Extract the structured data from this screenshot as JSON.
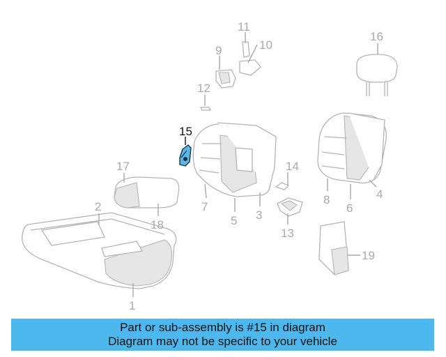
{
  "diagram": {
    "highlighted_part": "15",
    "highlight_color": "#5bb7e8",
    "callouts": [
      {
        "id": "1",
        "label": "1"
      },
      {
        "id": "2",
        "label": "2"
      },
      {
        "id": "3",
        "label": "3"
      },
      {
        "id": "4",
        "label": "4"
      },
      {
        "id": "5",
        "label": "5"
      },
      {
        "id": "6",
        "label": "6"
      },
      {
        "id": "7",
        "label": "7"
      },
      {
        "id": "8",
        "label": "8"
      },
      {
        "id": "9",
        "label": "9"
      },
      {
        "id": "10",
        "label": "10"
      },
      {
        "id": "11",
        "label": "11"
      },
      {
        "id": "12",
        "label": "12"
      },
      {
        "id": "13",
        "label": "13"
      },
      {
        "id": "14",
        "label": "14"
      },
      {
        "id": "15",
        "label": "15"
      },
      {
        "id": "16",
        "label": "16"
      },
      {
        "id": "17",
        "label": "17"
      },
      {
        "id": "18",
        "label": "18"
      },
      {
        "id": "19",
        "label": "19"
      }
    ]
  },
  "info_bar": {
    "line1": "Part or sub-assembly is #15 in diagram",
    "line2": "Diagram may not be specific to your vehicle",
    "background": "#4db8ee"
  }
}
